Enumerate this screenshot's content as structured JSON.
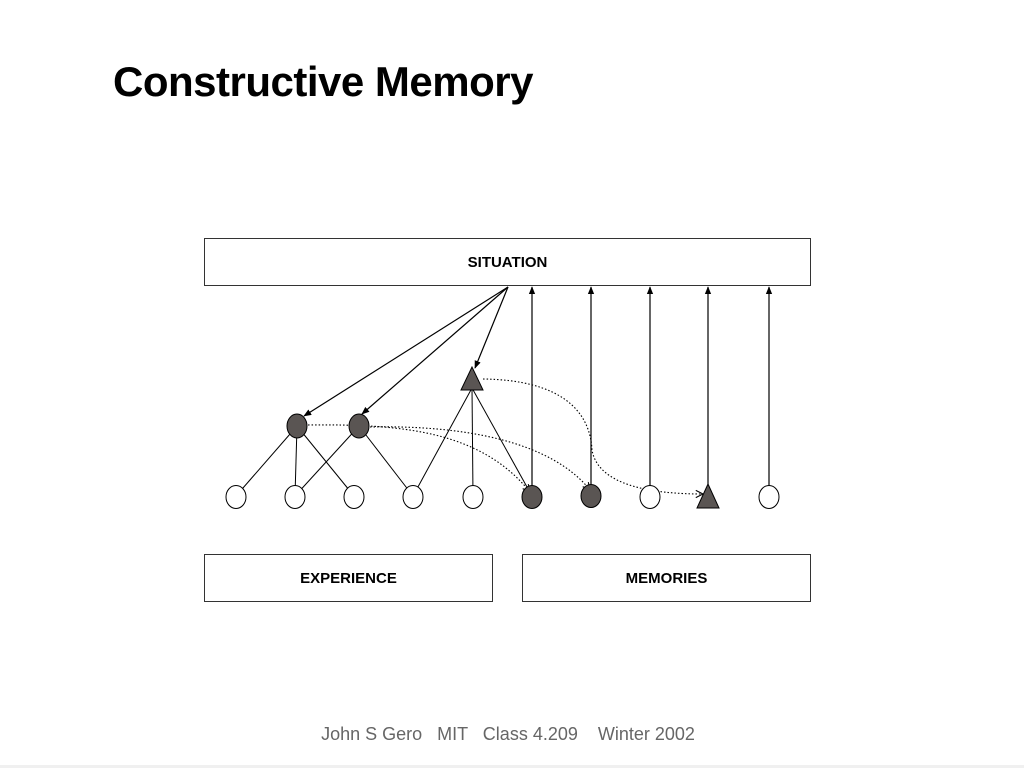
{
  "slide": {
    "title": "Constructive Memory",
    "footer": "John S Gero   MIT   Class 4.209    Winter 2002"
  },
  "diagram": {
    "boxes": {
      "situation": "SITUATION",
      "experience": "EXPERIENCE",
      "memories": "MEMORIES"
    },
    "colors": {
      "line": "#000000",
      "filled_node": "#5a5553",
      "empty_node": "#ffffff"
    }
  }
}
